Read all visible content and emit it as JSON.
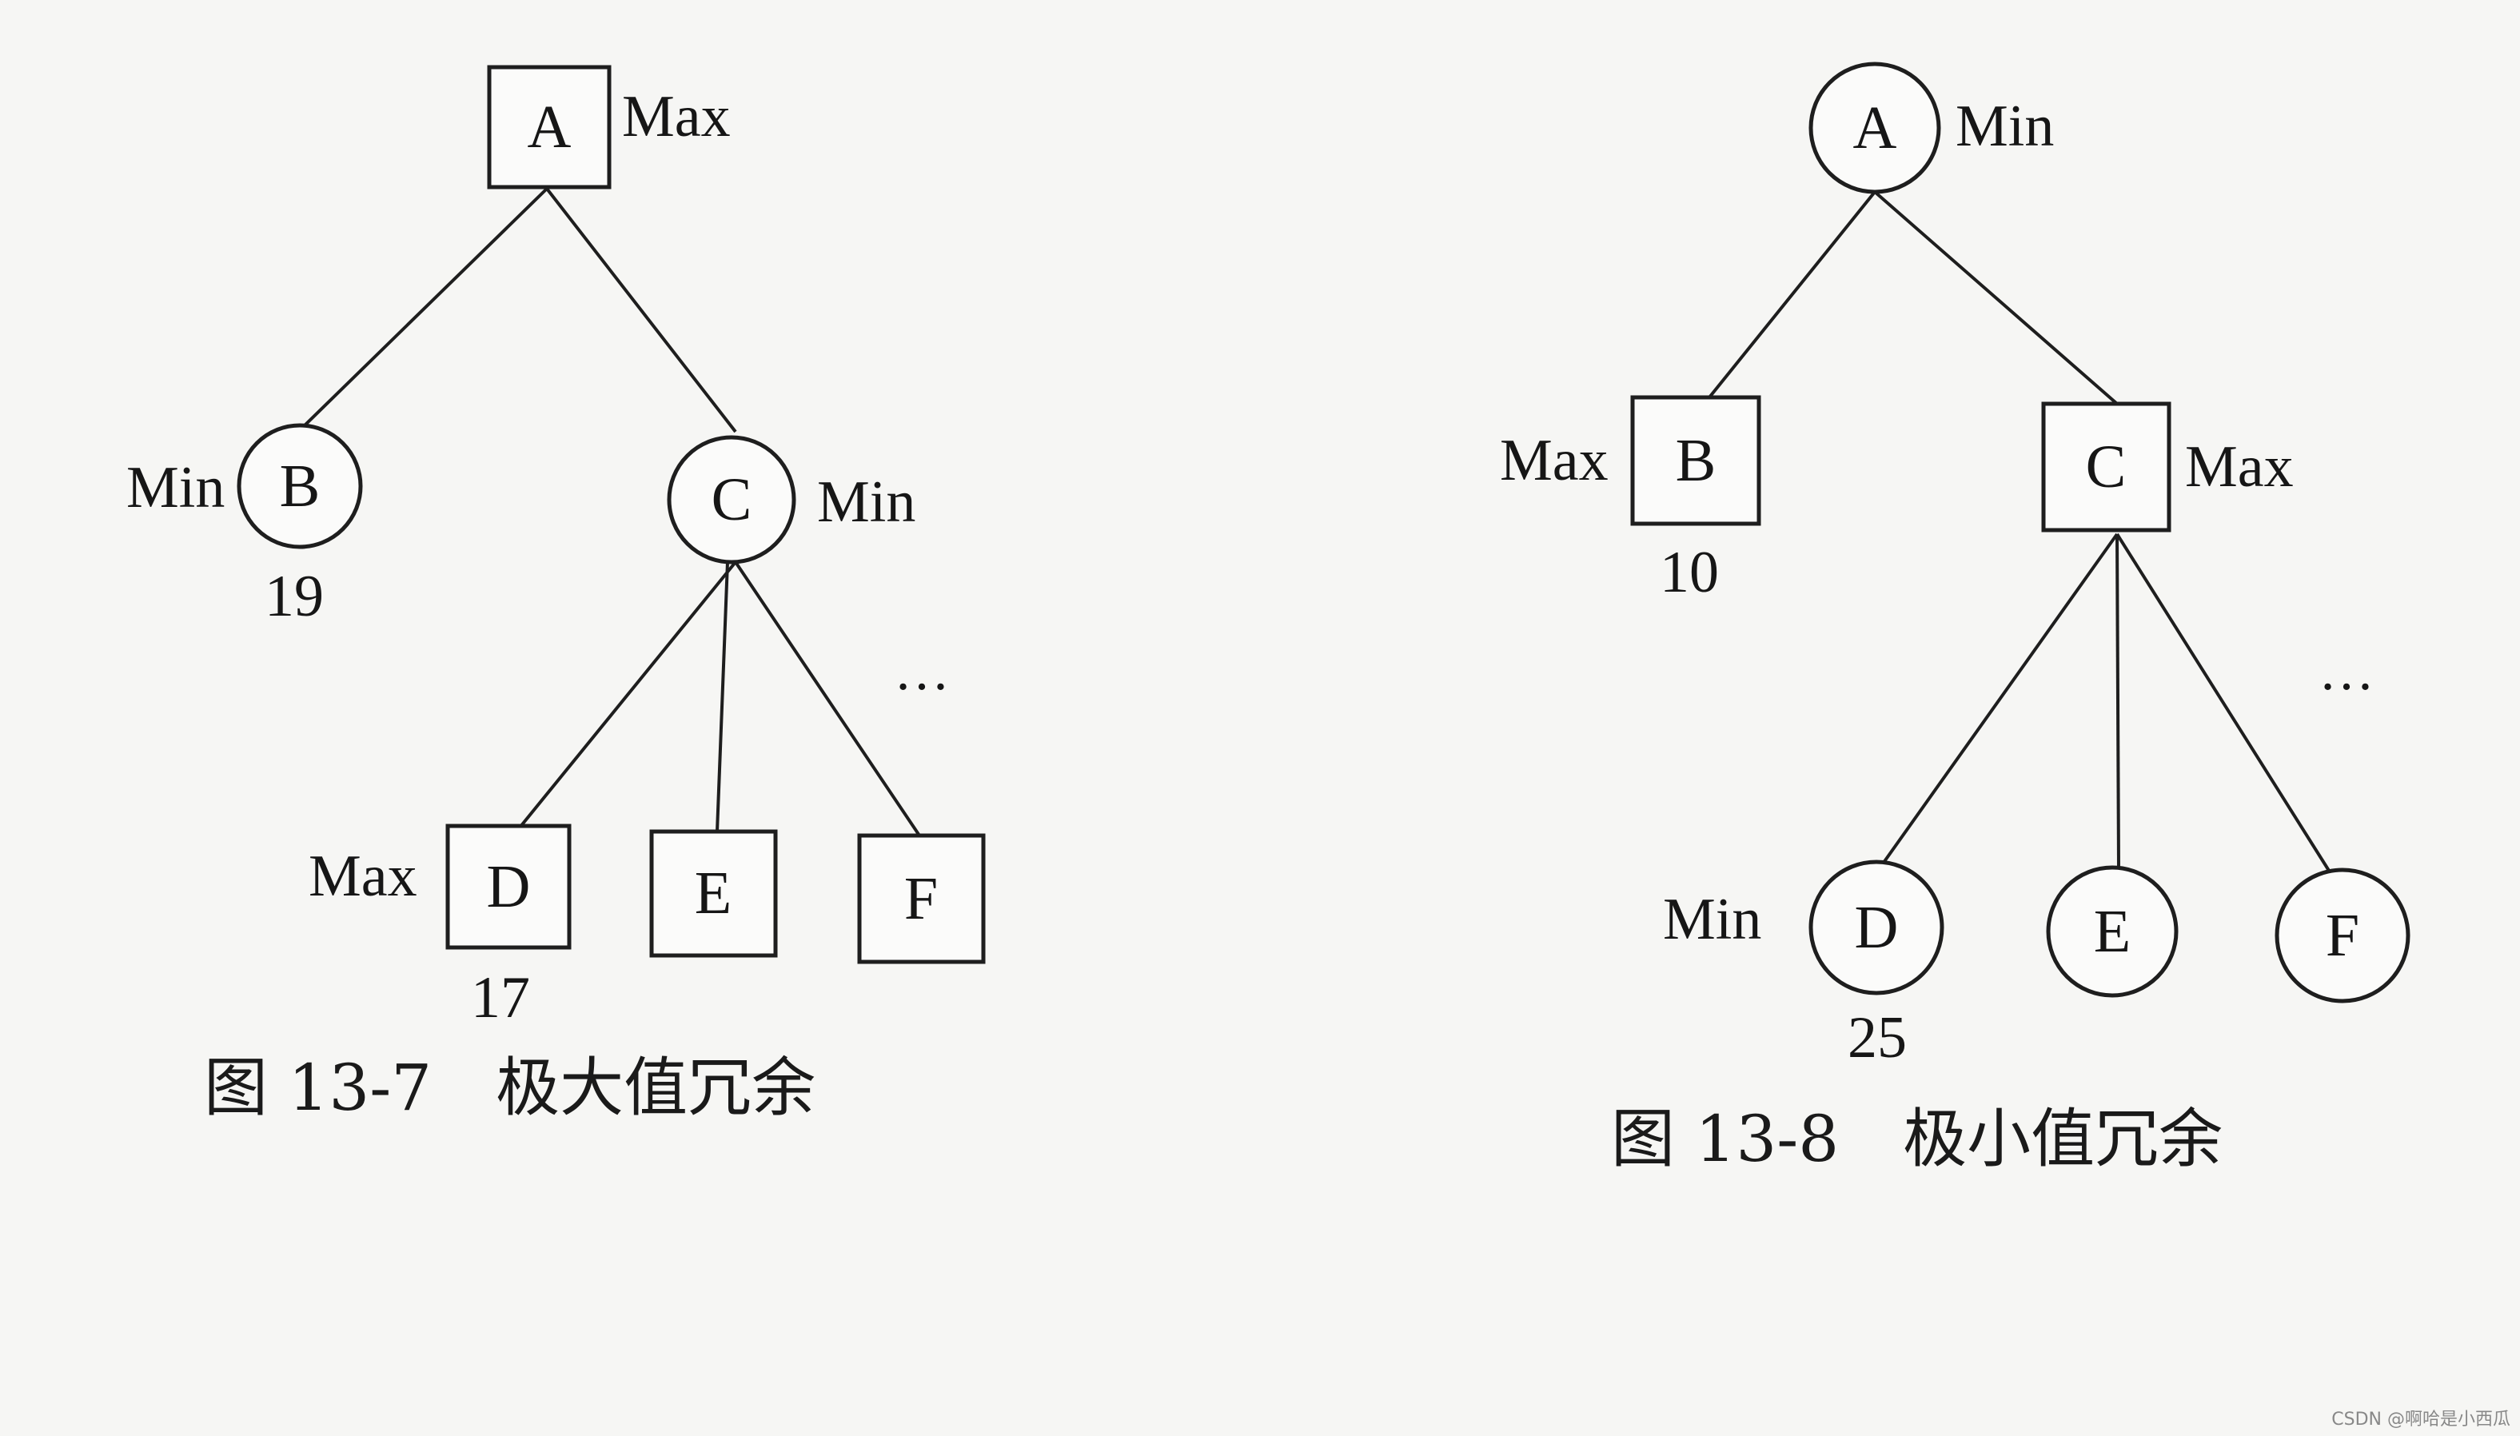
{
  "figures": [
    {
      "root": {
        "label": "A",
        "shape": "square",
        "role": "Max"
      },
      "nodes": {
        "B": {
          "label": "B",
          "shape": "circle",
          "role": "Min",
          "value": "19"
        },
        "C": {
          "label": "C",
          "shape": "circle",
          "role": "Min"
        },
        "D": {
          "label": "D",
          "shape": "square",
          "role": "Max",
          "value": "17"
        },
        "E": {
          "label": "E",
          "shape": "square"
        },
        "F": {
          "label": "F",
          "shape": "square"
        }
      },
      "ellipsis": "…",
      "caption": "图 13-7　极大值冗余"
    },
    {
      "root": {
        "label": "A",
        "shape": "circle",
        "role": "Min"
      },
      "nodes": {
        "B": {
          "label": "B",
          "shape": "square",
          "role": "Max",
          "value": "10"
        },
        "C": {
          "label": "C",
          "shape": "square",
          "role": "Max"
        },
        "D": {
          "label": "D",
          "shape": "circle",
          "role": "Min",
          "value": "25"
        },
        "E": {
          "label": "E",
          "shape": "circle"
        },
        "F": {
          "label": "F",
          "shape": "circle"
        }
      },
      "ellipsis": "…",
      "caption": "图 13-8　极小值冗余"
    }
  ],
  "watermark": "CSDN @啊哈是小西瓜",
  "colors": {
    "ink": "#1e1e1e",
    "paper": "#f6f6f4"
  }
}
